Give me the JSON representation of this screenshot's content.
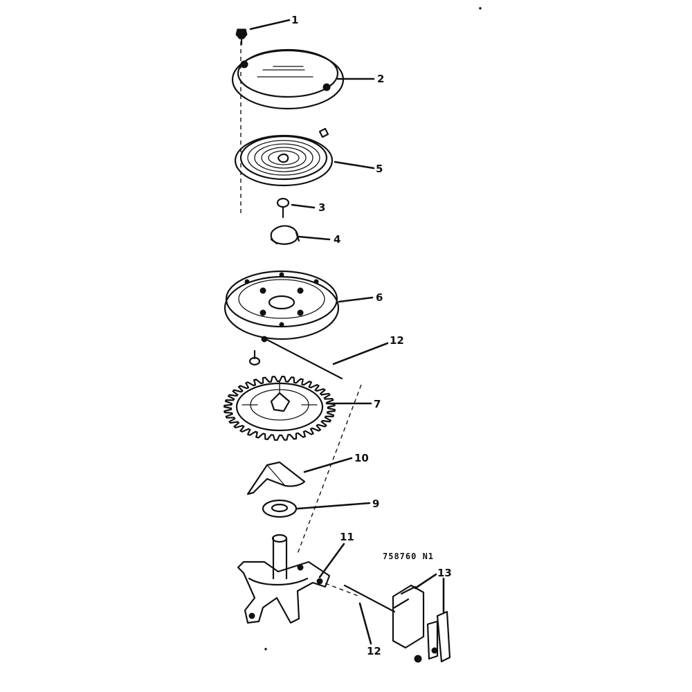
{
  "callouts": {
    "c1": "1",
    "c2": "2",
    "c3": "3",
    "c4": "4",
    "c5": "5",
    "c6": "6",
    "c7": "7",
    "c9": "9",
    "c10": "10",
    "c11": "11",
    "c12a": "12",
    "c12b": "12",
    "c13": "13"
  },
  "diagram_code": "758760 N1",
  "colors": {
    "ink": "#111111",
    "paper": "#ffffff"
  }
}
